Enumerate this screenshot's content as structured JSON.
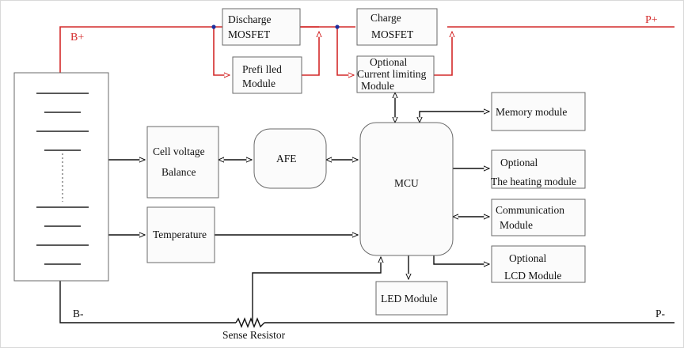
{
  "rails": {
    "b_plus": "B+",
    "p_plus": "P+",
    "b_minus": "B-",
    "p_minus": "P-"
  },
  "blocks": {
    "discharge_mosfet": [
      "Discharge",
      "MOSFET"
    ],
    "prefilled_module": [
      "Prefi lled",
      "Module"
    ],
    "charge_mosfet": [
      "Charge",
      "MOSFET"
    ],
    "current_limiting": [
      "Optional",
      "Current limiting",
      "Module"
    ],
    "memory_module": [
      "Memory module"
    ],
    "cell_voltage_balance": [
      "Cell voltage",
      "Balance"
    ],
    "afe": [
      "AFE"
    ],
    "mcu": [
      "MCU"
    ],
    "heating_module": [
      "Optional",
      "The heating module"
    ],
    "temperature": [
      "Temperature"
    ],
    "communication_module": [
      "Communication",
      "Module"
    ],
    "lcd_module": [
      "Optional",
      "LCD Module"
    ],
    "led_module": [
      "LED Module"
    ]
  },
  "sense_resistor": "Sense Resistor"
}
